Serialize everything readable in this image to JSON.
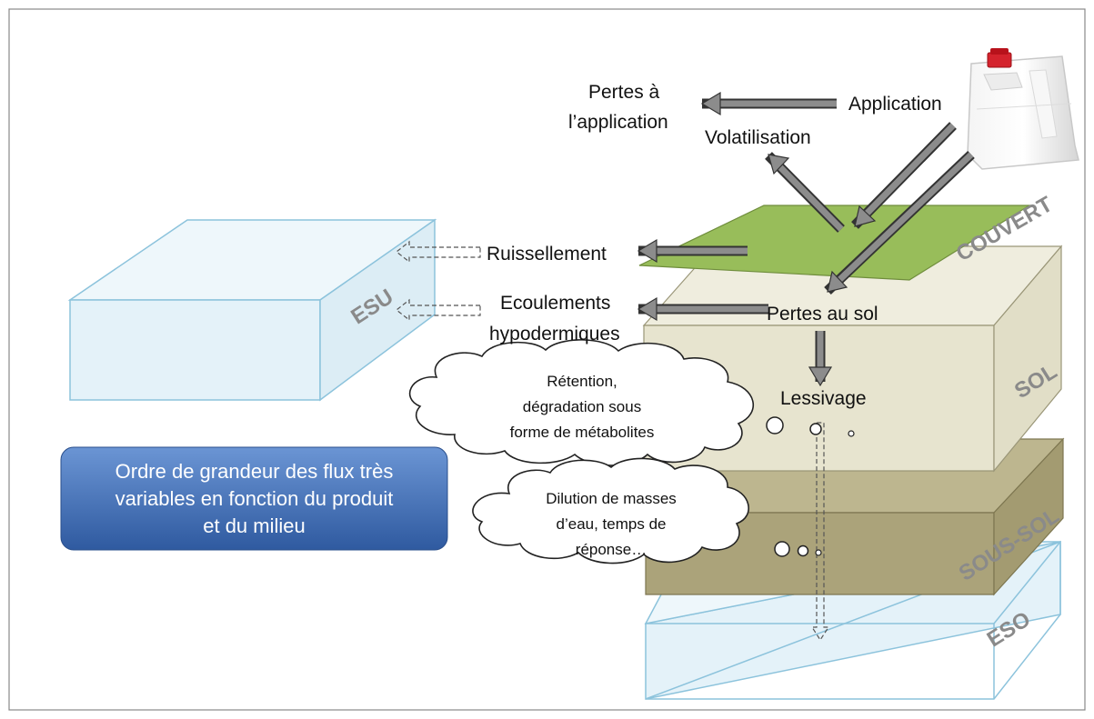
{
  "diagram": {
    "layers": {
      "couvert": "COUVERT",
      "sol": "SOL",
      "sous_sol": "SOUS-SOL",
      "eso": "ESO",
      "esu": "ESU"
    },
    "labels": {
      "application": "Application",
      "pertes_application_line1": "Pertes à",
      "pertes_application_line2": "l’application",
      "volatilisation": "Volatilisation",
      "ruissellement": "Ruissellement",
      "ecoulements_line1": "Ecoulements",
      "ecoulements_line2": "hypodermiques",
      "pertes_au_sol": "Pertes au sol",
      "lessivage": "Lessivage"
    },
    "clouds": {
      "retention_line1": "Rétention,",
      "retention_line2": "dégradation sous",
      "retention_line3": "forme de métabolites",
      "dilution_line1": "Dilution de masses",
      "dilution_line2": "d’eau, temps de",
      "dilution_line3": "réponse…"
    },
    "info_box": {
      "line1": "Ordre de grandeur des flux très",
      "line2": "variables en fonction du produit",
      "line3": "et du milieu"
    },
    "colors": {
      "couvert": "#98bd5a",
      "sol": "#e7e4cf",
      "sous_sol": "#aba37a",
      "water": "#e4f2f9",
      "water_stroke": "#8cc3dc",
      "arrow": "#808080",
      "info_box": "#4a76b8"
    }
  }
}
